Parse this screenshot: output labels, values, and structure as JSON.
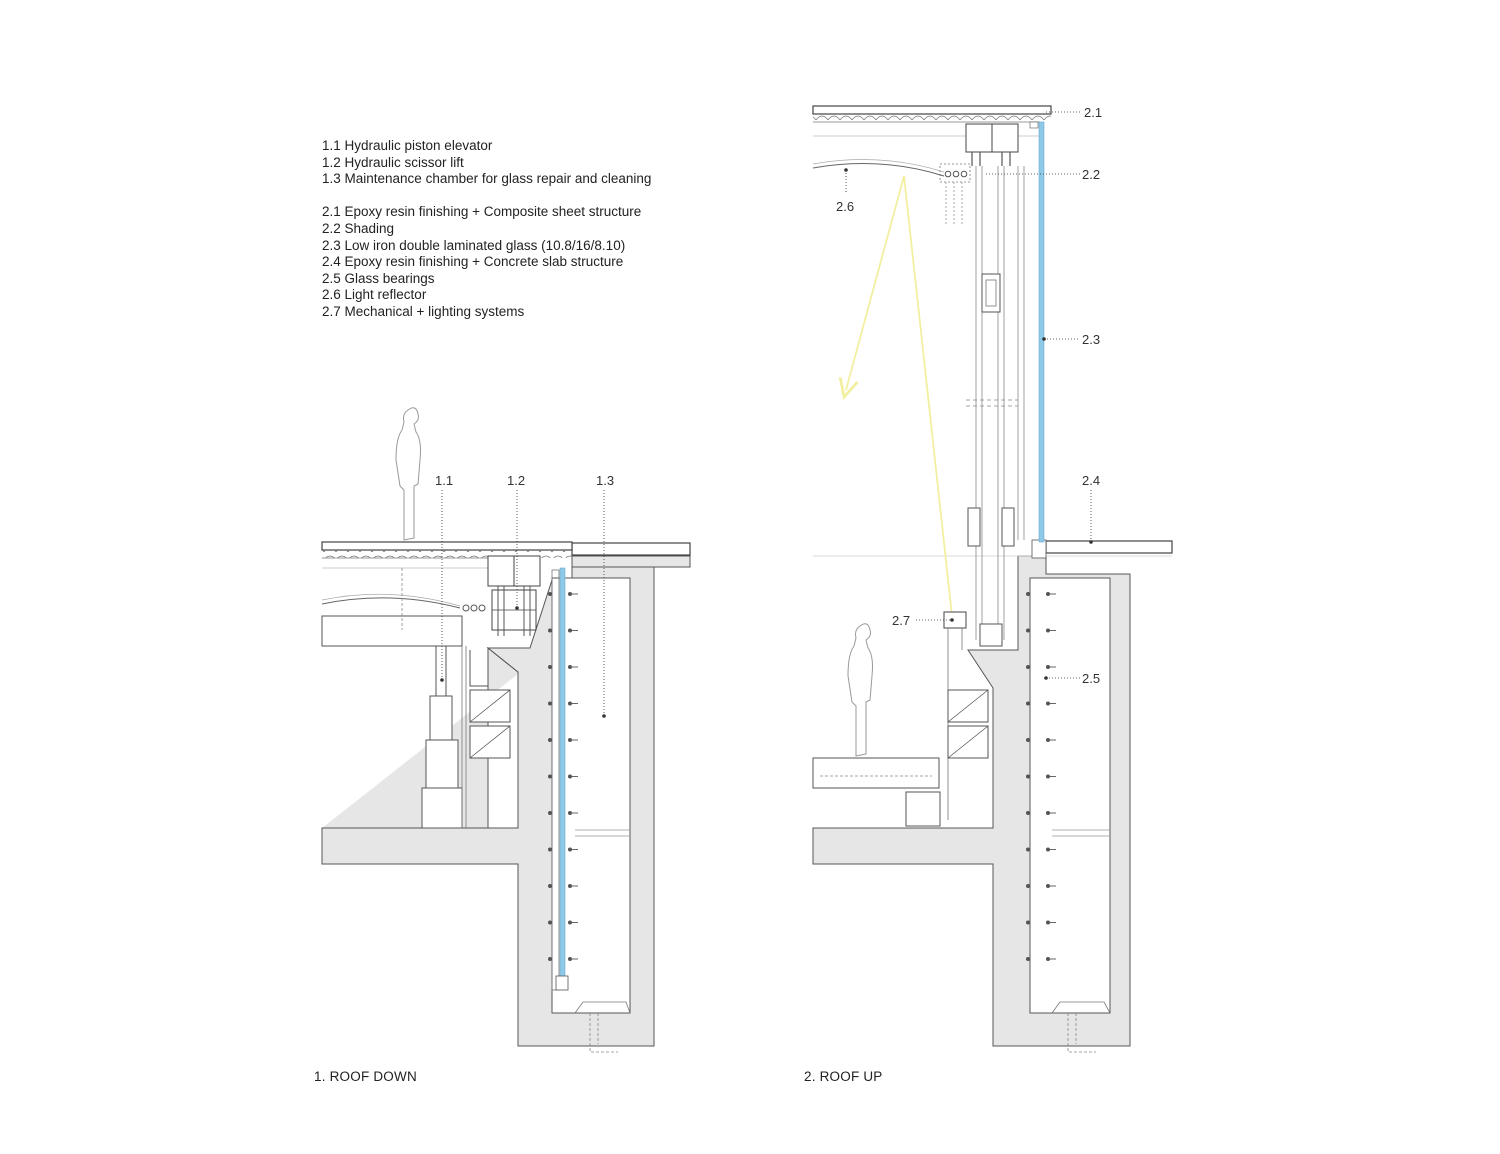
{
  "legend": {
    "group1": [
      "1.1 Hydraulic piston elevator",
      "1.2 Hydraulic scissor lift",
      "1.3 Maintenance chamber for glass repair and cleaning"
    ],
    "group2": [
      "2.1 Epoxy resin finishing + Composite sheet structure",
      "2.2 Shading",
      "2.3 Low iron double laminated glass (10.8/16/8.10)",
      "2.4 Epoxy resin finishing + Concrete slab structure",
      "2.5 Glass bearings",
      "2.6 Light reflector",
      "2.7 Mechanical + lighting systems"
    ]
  },
  "section_left": {
    "caption": "1. ROOF DOWN",
    "labels": {
      "l11": "1.1",
      "l12": "1.2",
      "l13": "1.3"
    }
  },
  "section_right": {
    "caption": "2. ROOF UP",
    "labels": {
      "l21": "2.1",
      "l22": "2.2",
      "l23": "2.3",
      "l24": "2.4",
      "l25": "2.5",
      "l26": "2.6",
      "l27": "2.7"
    }
  },
  "colors": {
    "concrete": "#e6e6e6",
    "glass": "#8ec9e8",
    "light_ray": "#f2f0a0",
    "line": "#555555"
  }
}
